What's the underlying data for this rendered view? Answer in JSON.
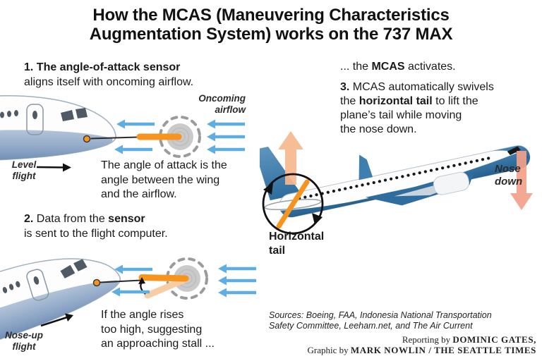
{
  "title": "How the MCAS (Maneuvering Characteristics\nAugmentation System) works on the 737 MAX",
  "colors": {
    "airflow_blue": "#5FAEE3",
    "sensor_orange": "#F7941E",
    "ghost_orange": "#F8CDA2",
    "lift_arrow_salmon": "#F5B78E",
    "nose_down_salmon": "#F3A18A",
    "plane_deep_blue": "#2E6D9E",
    "plane_light_blue": "#8FA9CB",
    "text": "#1A1A1A"
  },
  "step1": {
    "segments": [
      {
        "t": "1. The angle-of-attack sensor",
        "b": true
      },
      {
        "t": "\naligns itself with oncoming airflow.",
        "b": false
      }
    ]
  },
  "step2": {
    "segments": [
      {
        "t": "2.",
        "b": true
      },
      {
        "t": " Data from the ",
        "b": false
      },
      {
        "t": "sensor",
        "b": true
      },
      {
        "t": "\nis sent to the flight computer.",
        "b": false
      }
    ]
  },
  "mcas_activates": {
    "segments": [
      {
        "t": "... the ",
        "b": false
      },
      {
        "t": "MCAS",
        "b": true
      },
      {
        "t": " activates.",
        "b": false
      }
    ]
  },
  "step3": {
    "segments": [
      {
        "t": "3.",
        "b": true
      },
      {
        "t": " MCAS automatically swivels\nthe ",
        "b": false
      },
      {
        "t": "horizontal tail",
        "b": true
      },
      {
        "t": " to lift the\nplane’s tail while moving\nthe nose down.",
        "b": false
      }
    ]
  },
  "labels": {
    "oncoming_airflow": "Oncoming\nairflow",
    "level_flight": "Level\nflight",
    "nose_up_flight": "Nose-up\nflight",
    "horizontal_tail": "Horizontal\ntail",
    "nose_down": "Nose\ndown"
  },
  "angle_note": "The angle of attack is the\nangle between the wing\nand the airflow.",
  "stall_note": "If the angle rises\ntoo high, suggesting\nan approaching stall ...",
  "sources": "Sources: Boeing, FAA, Indonesia National Transportation\nSafety Committee, Leeham.net, and The Air Current",
  "credits": {
    "reporting_prefix": "Reporting by ",
    "reporting_name": "DOMINIC GATES,",
    "graphic_prefix": "Graphic by ",
    "graphic_name": "MARK NOWLIN / THE SEATTLE TIMES"
  }
}
